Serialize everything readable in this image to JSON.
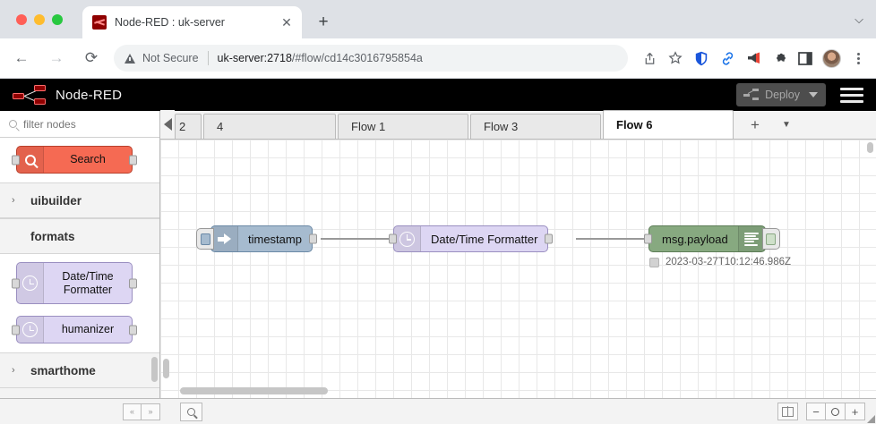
{
  "browser": {
    "tab": {
      "title": "Node-RED : uk-server",
      "favicon": "node-red-favicon",
      "close_label": "✕"
    },
    "new_tab_label": "+",
    "window_chevron": "⌵",
    "nav": {
      "back": "←",
      "forward": "→",
      "reload": "⟳"
    },
    "omnibox": {
      "security_label": "Not Secure",
      "url_host": "uk-server:2718",
      "url_path": "/#flow/cd14c3016795854a"
    },
    "toolbar_icons": [
      "share-icon",
      "bookmark-star-icon",
      "shield-icon",
      "link-icon",
      "megaphone-icon",
      "extensions-puzzle-icon",
      "sidepanel-icon",
      "profile-avatar",
      "chrome-menu-icon"
    ]
  },
  "nodered": {
    "brand": "Node-RED",
    "deploy": {
      "label": "Deploy",
      "enabled": false
    },
    "menu_label": "menu"
  },
  "palette": {
    "filter_placeholder": "filter nodes",
    "filter_value": "",
    "search_node": {
      "label": "Search",
      "color": "#f56a53",
      "icon": "magnifier-icon"
    },
    "categories": [
      {
        "name": "uibuilder",
        "expanded": false,
        "chevron": "›",
        "nodes": []
      },
      {
        "name": "formats",
        "expanded": true,
        "chevron": "ⱟ",
        "nodes": [
          {
            "label": "Date/Time Formatter",
            "icon": "clock-icon",
            "color": "#ddd6f3"
          },
          {
            "label": "humanizer",
            "icon": "clock-icon",
            "color": "#ddd6f3"
          }
        ]
      },
      {
        "name": "smarthome",
        "expanded": false,
        "chevron": "›",
        "nodes": []
      }
    ]
  },
  "workspace": {
    "tabs": [
      {
        "label": "2",
        "active": false,
        "clipped": true
      },
      {
        "label": "4",
        "active": false,
        "clipped": false
      },
      {
        "label": "Flow 1",
        "active": false,
        "clipped": false
      },
      {
        "label": "Flow 3",
        "active": false,
        "clipped": false
      },
      {
        "label": "Flow 6",
        "active": true,
        "clipped": false
      }
    ],
    "add_tab_label": "+",
    "tab_menu_label": "▼",
    "scroll_left_label": "◀",
    "nodes": [
      {
        "id": "inject",
        "label": "timestamp",
        "type": "inject",
        "icon": "arrow-right-icon",
        "color": "#a6bbcf"
      },
      {
        "id": "formatter",
        "label": "Date/Time Formatter",
        "type": "function",
        "icon": "clock-icon",
        "color": "#ddd6f3"
      },
      {
        "id": "debug",
        "label": "msg.payload",
        "type": "debug",
        "icon": "debug-lines-icon",
        "color": "#87a980"
      }
    ],
    "debug_status": "2023-03-27T10:12:46.986Z"
  },
  "footer": {
    "collapse_all": "«",
    "expand_all": "»",
    "search_icon": "magnifier-icon",
    "navigator_icon": "map-icon",
    "zoom_out": "−",
    "zoom_reset": "○",
    "zoom_in": "+"
  }
}
